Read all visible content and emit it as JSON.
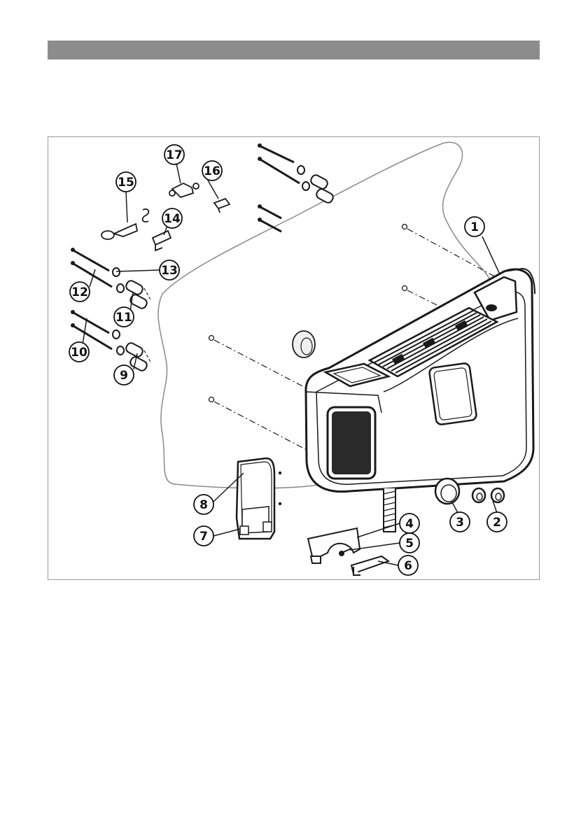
{
  "colors": {
    "header_bar": "#8c8c8c",
    "line": "#1a1a1a",
    "wall": "#8a8a8a",
    "frame": "#9a9a9a",
    "fill_light": "#f5f5f5",
    "grille": "#2a2a2a"
  },
  "callouts": [
    {
      "id": "1",
      "label": "1"
    },
    {
      "id": "2",
      "label": "2"
    },
    {
      "id": "3",
      "label": "3"
    },
    {
      "id": "4",
      "label": "4"
    },
    {
      "id": "5",
      "label": "5"
    },
    {
      "id": "6",
      "label": "6"
    },
    {
      "id": "7",
      "label": "7"
    },
    {
      "id": "8",
      "label": "8"
    },
    {
      "id": "9",
      "label": "9"
    },
    {
      "id": "10",
      "label": "10"
    },
    {
      "id": "11",
      "label": "11"
    },
    {
      "id": "12",
      "label": "12"
    },
    {
      "id": "13",
      "label": "13"
    },
    {
      "id": "14",
      "label": "14"
    },
    {
      "id": "15",
      "label": "15"
    },
    {
      "id": "16",
      "label": "16"
    },
    {
      "id": "17",
      "label": "17"
    }
  ]
}
